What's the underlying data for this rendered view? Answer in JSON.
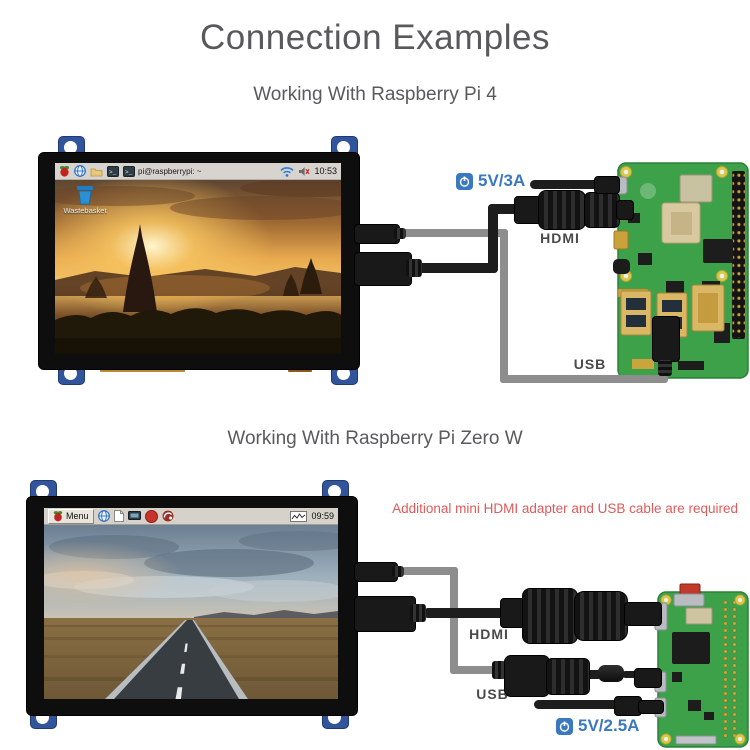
{
  "title": "Connection Examples",
  "colors": {
    "accent_blue": "#3a79bf",
    "note_red": "#e05a5a",
    "board_green": "#3da14a",
    "tab_blue": "#31549b",
    "cable_gray": "#8d8d8d",
    "cable_black": "#1d1d1d"
  },
  "section_pi4": {
    "subtitle": "Working With Raspberry Pi 4",
    "power_label": "5V/3A",
    "hdmi_label": "HDMI",
    "usb_label": "USB",
    "screen": {
      "wallpaper": "sunset-over-temples",
      "desktop_icon_label": "Wastebasket",
      "taskbar": {
        "window_button": "pi@raspberrypi: ~",
        "time": "10:53",
        "icons": [
          "raspberry-icon",
          "globe-icon",
          "folder-icon",
          "terminal-icon",
          "wifi-icon",
          "volume-icon"
        ]
      }
    }
  },
  "section_pi_zero": {
    "subtitle": "Working With Raspberry Pi Zero W",
    "note": "Additional mini HDMI adapter and USB cable are required",
    "power_label": "5V/2.5A",
    "hdmi_label": "HDMI",
    "usb_label": "USB",
    "screen": {
      "wallpaper": "open-road-landscape",
      "taskbar": {
        "menu_label": "Menu",
        "time": "09:59",
        "icons": [
          "raspberry-icon",
          "globe-icon",
          "file-manager-icon",
          "screenshot-icon",
          "red-app-icon",
          "web-browser-icon",
          "cpu-monitor-icon"
        ]
      }
    }
  }
}
